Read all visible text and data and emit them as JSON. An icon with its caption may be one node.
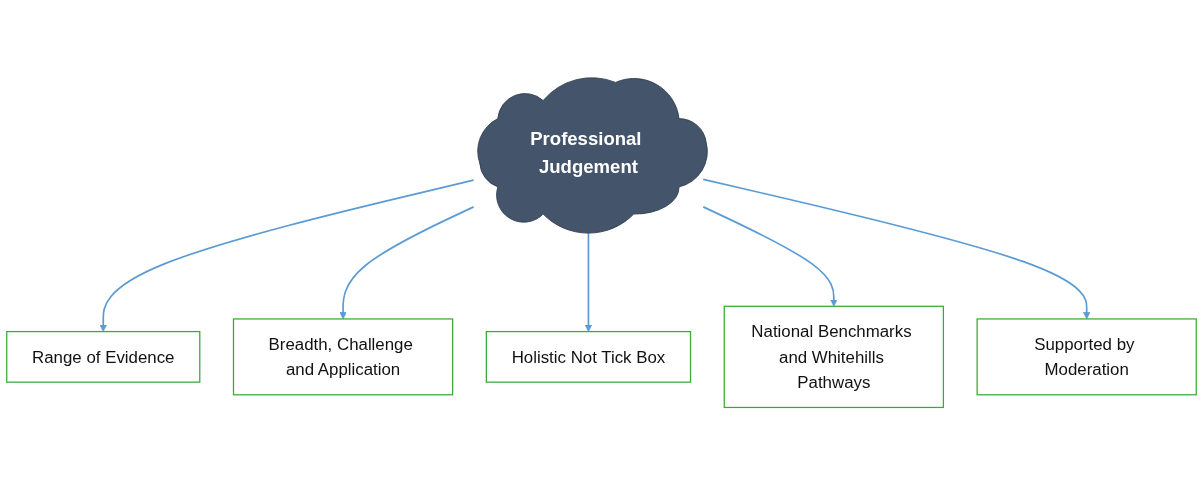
{
  "diagram": {
    "nodes": [
      {
        "text": [
          "Professional Judgement"
        ]
      },
      {
        "text": [
          "Range of Evidence"
        ]
      },
      {
        "text": [
          "Breadth, Challenge and Application"
        ]
      },
      {
        "text": [
          "Holistic Not Tick Box"
        ]
      },
      {
        "text": [
          "National Benchmarks and Whitehills Pathways"
        ]
      },
      {
        "text": [
          "Supported by Moderation"
        ]
      }
    ],
    "edges": [
      {
        "from": 0,
        "to": 1,
        "arrow": "to"
      },
      {
        "from": 0,
        "to": 2,
        "arrow": "to"
      },
      {
        "from": 0,
        "to": 3,
        "arrow": "to"
      },
      {
        "from": 0,
        "to": 4,
        "arrow": "to"
      },
      {
        "from": 0,
        "to": 5,
        "arrow": "to"
      }
    ]
  }
}
